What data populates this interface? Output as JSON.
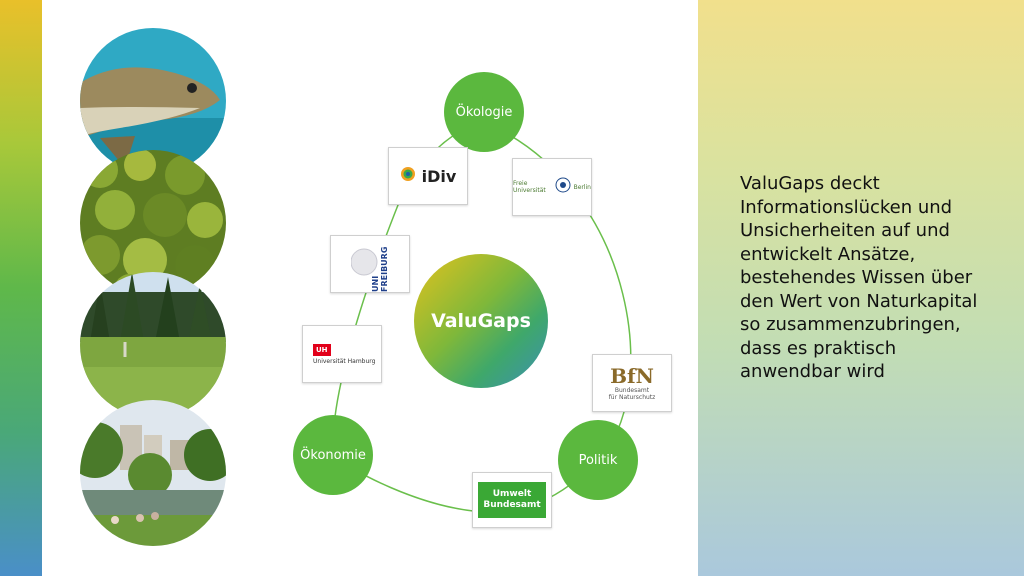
{
  "description": "ValuGaps deckt Informationslücken und Unsicherheiten auf und entwickelt Ansätze, bestehendes Wissen über den Wert von Naturkapital so zusammenzubringen, dass es praktisch anwendbar wird",
  "center_label": "ValuGaps",
  "nodes": {
    "oekologie": "Ökologie",
    "oekonomie": "Ökonomie",
    "politik": "Politik"
  },
  "logos": {
    "idiv": "iDiv",
    "fu_left": "Freie Universität",
    "fu_right": "Berlin",
    "freiburg": "UNI FREIBURG",
    "hamburg_badge": "UH",
    "hamburg": "Universität Hamburg",
    "bfn_letters": "BfN",
    "bfn_line1": "Bundesamt",
    "bfn_line2": "für Naturschutz",
    "uba_line1": "Umwelt",
    "uba_line2": "Bundesamt"
  },
  "photos": [
    "fish-photo",
    "forest-canopy-photo",
    "meadow-forest-photo",
    "city-park-photo"
  ],
  "colors": {
    "node_green": "#5bb83e",
    "ring": "#6abf4b",
    "uba_green": "#3aaa35"
  }
}
